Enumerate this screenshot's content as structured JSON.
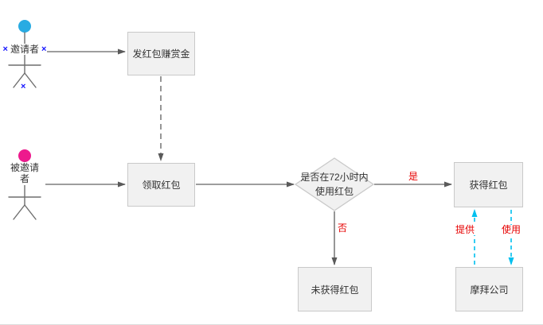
{
  "diagram": {
    "actors": [
      {
        "name": "邀请者",
        "head_color": "#29abe2"
      },
      {
        "name": "被邀请者",
        "head_color": "#ed1a8d"
      }
    ],
    "selection": {
      "mark": "×"
    },
    "nodes": {
      "send_red_packet": {
        "label": "发红包赚赏金"
      },
      "receive_red_packet": {
        "label": "领取红包"
      },
      "decision": {
        "label": "是否在72小时内使用红包"
      },
      "got_red_packet": {
        "label": "获得红包"
      },
      "not_got_red_packet": {
        "label": "未获得红包"
      },
      "mobike_company": {
        "label": "摩拜公司"
      }
    },
    "edge_labels": {
      "yes": "是",
      "no": "否",
      "provide": "提供",
      "use": "使用"
    },
    "colors": {
      "box_fill": "#f1f1f1",
      "box_border": "#c9c9c9",
      "arrow_line": "#7d7d7d",
      "arrow_head": "#5a5a5a",
      "label_red": "#e60000",
      "cyan_arrow": "#00c0ef",
      "selection_mark": "#1414ff",
      "actor_stroke": "#6e6e6e",
      "text": "#333333"
    }
  }
}
